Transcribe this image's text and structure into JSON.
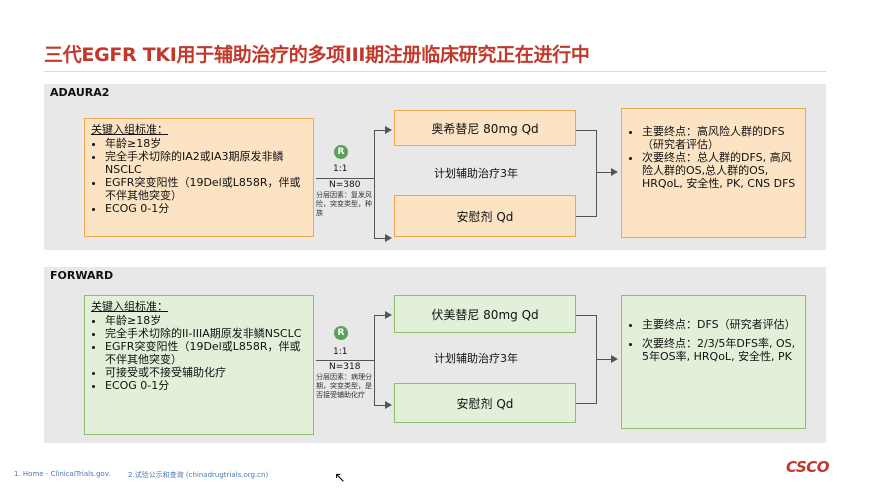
{
  "title": "三代EGFR TKI用于辅助治疗的多项III期注册临床研究正在进行中",
  "colors": {
    "title": "#c0392b",
    "orange_fill": "#fbe3c4",
    "green_fill": "#e2efd9",
    "randomize": "#5aa05a"
  },
  "studies": [
    {
      "name": "ADAURA2",
      "criteria_title": "关键入组标准：",
      "criteria": [
        "年龄≥18岁",
        "完全手术切除的IA2或IA3期原发非鳞NSCLC",
        "EGFR突变阳性（19Del或L858R，伴或不伴其他突变）",
        "ECOG 0-1分"
      ],
      "randomize_icon": "R",
      "ratio": "1:1",
      "n": "N=380",
      "stratification": "分层因素：复发风险，突变类型，种族",
      "arm_treatment": "奥希替尼 80mg Qd",
      "arm_control": "安慰剂 Qd",
      "plan": "计划辅助治疗3年",
      "endpoints": [
        "主要终点：高风险人群的DFS（研究者评估）",
        "次要终点：总人群的DFS, 高风险人群的OS,总人群的OS, HRQoL, 安全性, PK, CNS DFS"
      ]
    },
    {
      "name": "FORWARD",
      "criteria_title": "关键入组标准：",
      "criteria": [
        "年龄≥18岁",
        "完全手术切除的II-IIIA期原发非鳞NSCLC",
        "EGFR突变阳性（19Del或L858R，伴或不伴其他突变）",
        "可接受或不接受辅助化疗",
        "ECOG 0-1分"
      ],
      "randomize_icon": "R",
      "ratio": "1:1",
      "n": "N=318",
      "stratification": "分层因素：病理分期，突变类型，是否接受辅助化疗",
      "arm_treatment": "伏美替尼 80mg Qd",
      "arm_control": "安慰剂 Qd",
      "plan": "计划辅助治疗3年",
      "endpoints": [
        "主要终点：DFS（研究者评估）",
        "次要终点：2/3/5年DFS率, OS, 5年OS率, HRQoL, 安全性, PK"
      ]
    }
  ],
  "footnotes": [
    "1. Home - ClinicalTrials.gov.",
    "2.试验公示和查询 (chinadrugtrials.org.cn)"
  ],
  "logo": "CSCO"
}
